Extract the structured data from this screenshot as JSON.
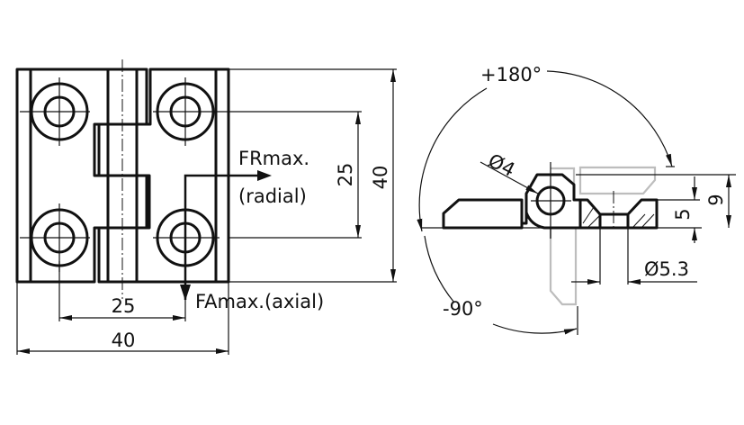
{
  "front_view": {
    "dim_hole_spacing_vertical": "25",
    "dim_height": "40",
    "dim_hole_spacing_horizontal": "25",
    "dim_width": "40",
    "radial_force_label_1": "FRmax.",
    "radial_force_label_2": "(radial)",
    "axial_force_label": "FAmax.(axial)"
  },
  "side_view": {
    "open_angle": "+180°",
    "close_angle": "-90°",
    "pin_diameter": "Ø4",
    "hole_diameter": "Ø5.3",
    "dim_leaf_thickness": "5",
    "dim_total_thickness": "9"
  }
}
